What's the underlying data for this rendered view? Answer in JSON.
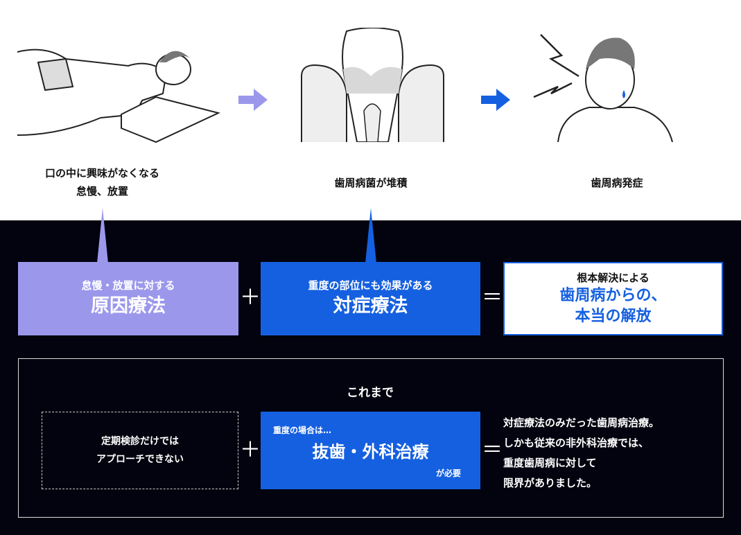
{
  "steps": [
    {
      "caption_line1": "口の中に興味がなくなる",
      "caption_line2": "怠慢、放置",
      "icon": "lying-person-illustration"
    },
    {
      "caption_line1": "歯周病菌が堆積",
      "icon": "tooth-plaque-illustration"
    },
    {
      "caption_line1": "歯周病発症",
      "icon": "toothache-person-illustration"
    }
  ],
  "formula": {
    "cause": {
      "sub": "怠慢・放置に対する",
      "title": "原因療法"
    },
    "plus": "＋",
    "symptom": {
      "sub": "重度の部位にも効果がある",
      "title": "対症療法"
    },
    "equals": "＝",
    "result": {
      "sub": "根本解決による",
      "title_line1": "歯周病からの、",
      "title_line2": "本当の解放"
    }
  },
  "previous": {
    "heading": "これまで",
    "left_line1": "定期検診だけでは",
    "left_line2": "アプローチできない",
    "plus": "＋",
    "mid_note": "重度の場合は…",
    "mid_title": "抜歯・外科治療",
    "mid_suffix": "が必要",
    "equals": "＝",
    "result_lines": [
      "対症療法のみだった歯周病治療。",
      "しかも従来の非外科治療では、",
      "重度歯周病に対して",
      "限界がありました。"
    ]
  },
  "colors": {
    "purple": "#9b98ec",
    "blue": "#1560e0",
    "dark": "#03030f"
  }
}
